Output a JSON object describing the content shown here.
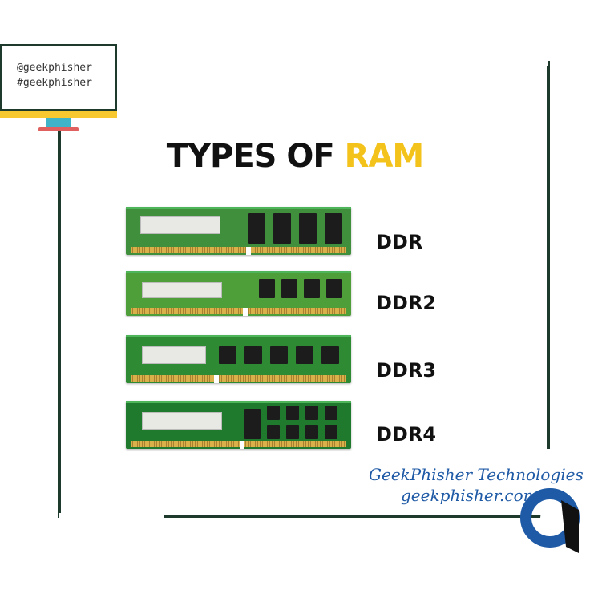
{
  "overlay": {
    "handle_at": "@geekphisher",
    "handle_hash": "#geekphisher"
  },
  "title": {
    "main": "TYPES OF ",
    "accent": "RAM",
    "accent_color": "#f3c21b"
  },
  "ram_types": [
    {
      "label": "DDR"
    },
    {
      "label": "DDR2"
    },
    {
      "label": "DDR3"
    },
    {
      "label": "DDR4"
    }
  ],
  "brand": {
    "company": "GeekPhisher Technologies",
    "website": "geekphisher.com",
    "color": "#1f5aa6"
  }
}
